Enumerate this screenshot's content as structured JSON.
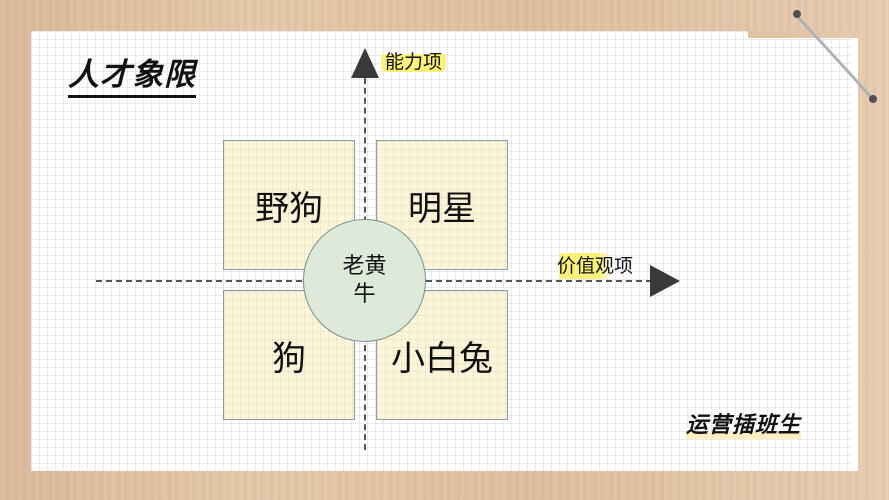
{
  "title": "人才象限",
  "axes": {
    "y_label": "能力项",
    "x_label": "价值观项"
  },
  "quadrants": {
    "top_left": "野狗",
    "top_right": "明星",
    "bottom_left": "狗",
    "bottom_right": "小白兔"
  },
  "center": {
    "label": "老黄牛"
  },
  "brand": "运营插班生",
  "colors": {
    "quadrant_fill": "#fdf5d9",
    "quadrant_border": "#8e9ba8",
    "center_fill": "#dde9d9",
    "highlight": "#fbf27a",
    "arrow": "#3a3a3a",
    "wood_background": "#e2c4a5"
  }
}
